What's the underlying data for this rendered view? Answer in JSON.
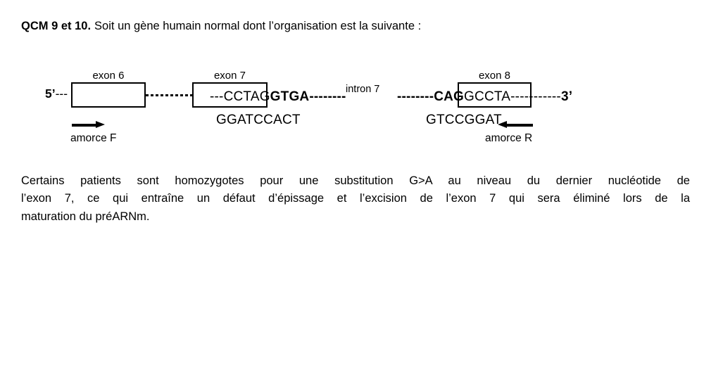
{
  "title": {
    "label_bold": "QCM 9 et 10.",
    "label_rest": "Soit un gène humain normal dont l’organisation est la suivante :"
  },
  "diagram": {
    "five_prime": "5’",
    "five_prime_dashes": "---",
    "exon6_label": "exon 6",
    "exon7_label": "exon 7",
    "exon8_label": "exon 8",
    "intron7_label": "intron 7",
    "exon7_seq_exonic": "---CCTAG",
    "exon7_seq_intronic": "GTGA--------",
    "exon7_antisense_seq": "GGATCCACT",
    "intron_acceptor_seq": "--------CAG",
    "exon8_seq_exonic": "GCCTA",
    "exon8_trailing_dashes": "-----------",
    "three_prime": "3’",
    "exon8_antisense_seq": "GTCCGGAT",
    "primer_f_label": "amorce F",
    "primer_r_label": "amorce R"
  },
  "paragraph": {
    "line1": "Certains patients sont homozygotes pour une substitution G>A au niveau du dernier nucléotide de",
    "line2": "l’exon 7, ce qui entraîne un défaut d’épissage et l’excision de l’exon 7 qui sera éliminé lors de la",
    "line3": "maturation du préARNm."
  }
}
